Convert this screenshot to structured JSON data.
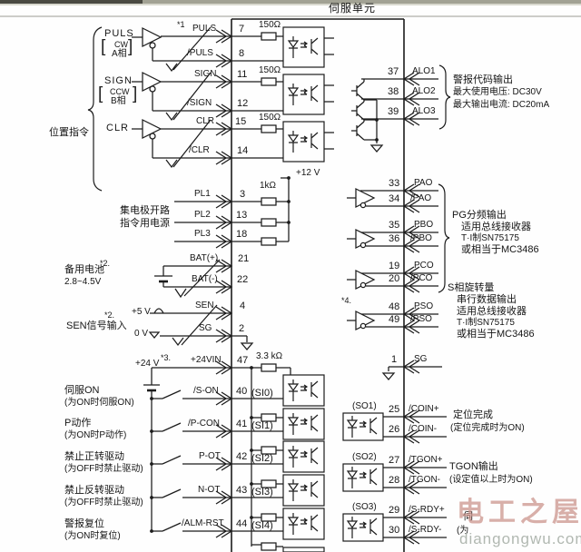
{
  "header": {
    "title": "伺服单元"
  },
  "pos": {
    "group": "位置指令",
    "star": "*1",
    "src": [
      {
        "name": "PULS",
        "bl": "[",
        "top": "CW",
        "bot": "A相",
        "br": "]"
      },
      {
        "name": "SIGN",
        "bl": "[",
        "top": "CCW",
        "bot": "B相",
        "br": "]"
      },
      {
        "name": "CLR"
      }
    ],
    "rows": [
      {
        "sig": "PULS",
        "nsig": "/PULS",
        "pin": "7",
        "npin": "8",
        "res": "150Ω"
      },
      {
        "sig": "SIGN",
        "nsig": "/SIGN",
        "pin": "11",
        "npin": "12",
        "res": "150Ω"
      },
      {
        "sig": "CLR",
        "nsig": "/CLR",
        "pin": "15",
        "npin": "14",
        "res": "150Ω"
      }
    ]
  },
  "oc": {
    "l1": "集电极开路",
    "l2": "指令用电源",
    "rail": "+12 V",
    "res": "1kΩ",
    "rows": [
      {
        "sig": "PL1",
        "pin": "3"
      },
      {
        "sig": "PL2",
        "pin": "13"
      },
      {
        "sig": "PL3",
        "pin": "18"
      }
    ]
  },
  "bat": {
    "name": "备用电池",
    "star": "*2.",
    "range": "2.8~4.5V",
    "rows": [
      {
        "sig": "BAT(+)",
        "pin": "21"
      },
      {
        "sig": "BAT(-)",
        "pin": "22"
      }
    ]
  },
  "sen": {
    "name": "SEN信号输入",
    "star": "*2.",
    "v5": "+5 V",
    "v0": "0 V",
    "rows": [
      {
        "sig": "SEN",
        "pin": "4"
      },
      {
        "sig": "SG",
        "pin": "2"
      }
    ]
  },
  "din": {
    "v24": "+24 V",
    "star": "*3.",
    "vin": "+24VIN",
    "vpin": "47",
    "res": "3.3 kΩ",
    "rows": [
      {
        "name": "伺服ON",
        "desc": "(为ON时伺服ON)",
        "sig": "/S-ON",
        "pin": "40",
        "port": "(SI0)"
      },
      {
        "name": "P动作",
        "desc": "(为ON时P动作)",
        "sig": "/P-CON",
        "pin": "41",
        "port": "(SI1)"
      },
      {
        "name": "禁止正转驱动",
        "desc": "(为OFF时禁止驱动)",
        "sig": "P-OT",
        "pin": "42",
        "port": "(SI2)"
      },
      {
        "name": "禁止反转驱动",
        "desc": "(为OFF时禁止驱动)",
        "sig": "N-OT",
        "pin": "43",
        "port": "(SI3)"
      },
      {
        "name": "警报复位",
        "desc": "(为ON时复位)",
        "sig": "/ALM-RST",
        "pin": "44",
        "port": "(SI4)"
      }
    ]
  },
  "alo": {
    "rows": [
      {
        "pin": "37",
        "sig": "ALO1"
      },
      {
        "pin": "38",
        "sig": "ALO2"
      },
      {
        "pin": "39",
        "sig": "ALO3"
      }
    ],
    "n1": "警报代码输出",
    "n2": "最大使用电压: DC30V",
    "n3": "最大输出电流: DC20mA"
  },
  "pg": {
    "rows": [
      {
        "pin": "33",
        "sig": "PAO"
      },
      {
        "pin": "34",
        "sig": "/PAO"
      },
      {
        "pin": "35",
        "sig": "PBO"
      },
      {
        "pin": "36",
        "sig": "/PBO"
      },
      {
        "pin": "19",
        "sig": "PCO"
      },
      {
        "pin": "20",
        "sig": "/PCO"
      }
    ],
    "n1": "PG分频输出",
    "n2": "适用总线接收器",
    "n3": "T·I制SN75175",
    "n4": "或相当于MC3486"
  },
  "ps": {
    "star": "*4.",
    "rows": [
      {
        "pin": "48",
        "sig": "PSO"
      },
      {
        "pin": "49",
        "sig": "/PSO"
      }
    ],
    "n1": "S相旋转量",
    "n2": "串行数据输出",
    "n3": "适用总线接收器",
    "n4": "T·I制SN75175",
    "n5": "或相当于MC3486"
  },
  "sg": {
    "pin": "1",
    "sig": "SG"
  },
  "dout": {
    "rows": [
      {
        "port": "(SO1)",
        "pin": "25",
        "sig": "/COIN+",
        "npin": "26",
        "nsig": "/COIN-",
        "d1": "定位完成",
        "d2": "(定位完成时为ON)"
      },
      {
        "port": "(SO2)",
        "pin": "27",
        "sig": "/TGON+",
        "npin": "28",
        "nsig": "/TGON-",
        "d1": "TGON输出",
        "d2": "(设定值以上时为ON)"
      },
      {
        "port": "(SO3)",
        "pin": "29",
        "sig": "/S-RDY+",
        "npin": "30",
        "nsig": "/S-RDY-",
        "d1": "伺",
        "d2": "(为"
      }
    ]
  },
  "wm": {
    "brand": "电工之屋",
    "site": "diangongwu.com"
  }
}
